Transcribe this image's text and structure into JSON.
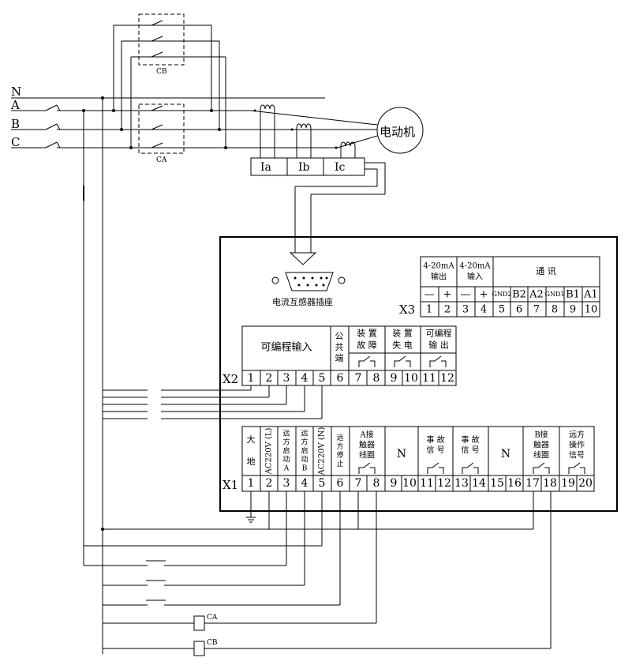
{
  "phases": [
    "N",
    "A",
    "B",
    "C"
  ],
  "motor_label": "电动机",
  "contactor_cb_label": "CB",
  "contactor_ca_label": "CA",
  "ct_labels": [
    "Ia",
    "Ib",
    "Ic"
  ],
  "sensor_socket_label": "电流互感器插座",
  "x3": {
    "name": "X3",
    "groups": [
      "4-20mA\n输出",
      "4-20mA\n输入",
      "通 讯"
    ],
    "sub_labels": [
      "—",
      "+",
      "—",
      "+",
      "GND2",
      "B2",
      "A2",
      "GND1",
      "B1",
      "A1"
    ],
    "numbers": [
      "1",
      "2",
      "3",
      "4",
      "5",
      "6",
      "7",
      "8",
      "9",
      "10"
    ]
  },
  "x2": {
    "name": "X2",
    "labels": [
      "可编程输入",
      "公\n共\n端",
      "装 置\n故 障",
      "装 置\n失 电",
      "可编程\n输 出"
    ],
    "numbers": [
      "1",
      "2",
      "3",
      "4",
      "5",
      "6",
      "7",
      "8",
      "9",
      "10",
      "11",
      "12"
    ]
  },
  "x1": {
    "name": "X1",
    "labels": [
      "大\n\n地",
      "AC220V (L)",
      "远\n方\n启\n动\nA",
      "远\n方\n启\n动\nB",
      "AC220V (N)",
      "远\n方\n停\n止",
      "A接\n触器\n线圈",
      "N",
      "事 故\n信 号",
      "事 故\n信 号",
      "N",
      "B接\n触器\n线圈",
      "远方\n操作\n信号"
    ],
    "numbers": [
      "1",
      "2",
      "3",
      "4",
      "5",
      "6",
      "7",
      "8",
      "9",
      "10",
      "11",
      "12",
      "13",
      "14",
      "15",
      "16",
      "17",
      "18",
      "19",
      "20"
    ]
  },
  "coil_labels": [
    "CA",
    "CB"
  ]
}
